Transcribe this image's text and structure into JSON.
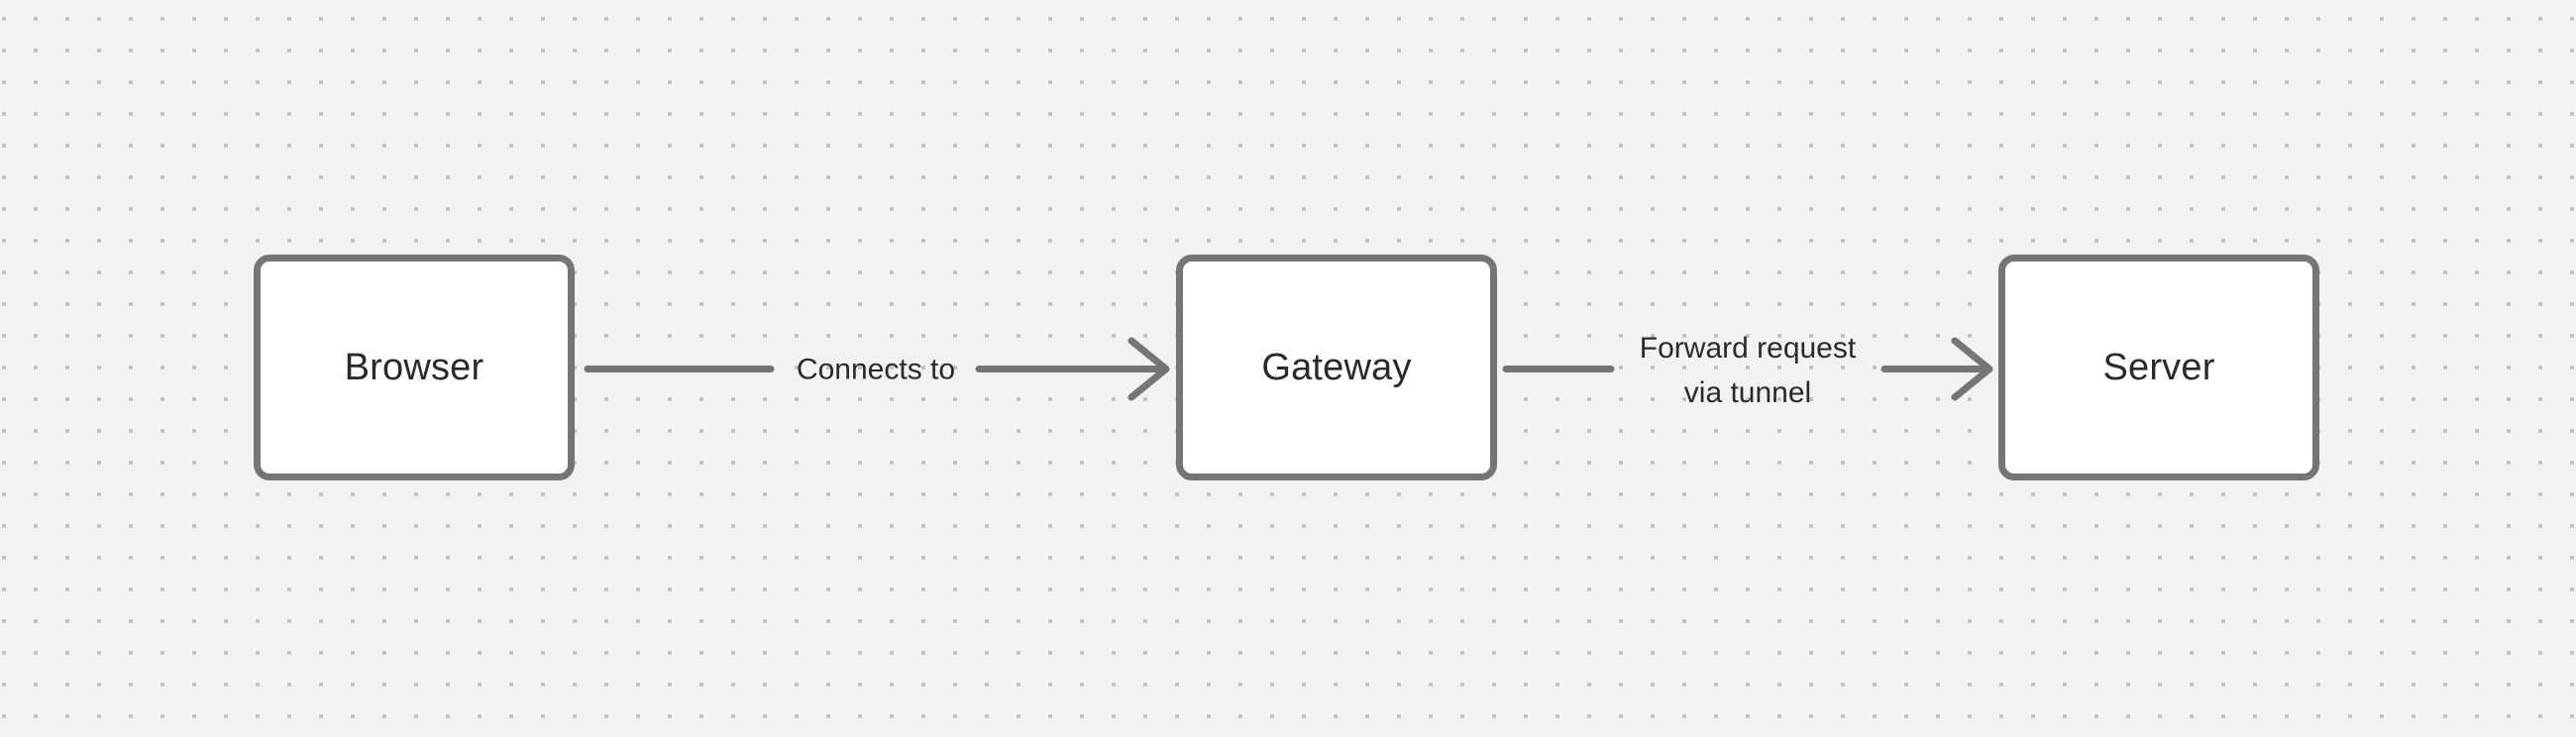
{
  "canvas": {
    "colors": {
      "background": "#f2f2f2",
      "dot": "#c2c2c2",
      "stroke": "#757575",
      "text": "#2a2a2a",
      "node-fill": "#ffffff"
    }
  },
  "nodes": [
    {
      "id": "browser",
      "label": "Browser"
    },
    {
      "id": "gateway",
      "label": "Gateway"
    },
    {
      "id": "server",
      "label": "Server"
    }
  ],
  "edges": [
    {
      "id": "browser-to-gateway",
      "from": "Browser",
      "to": "Gateway",
      "label": "Connects to"
    },
    {
      "id": "gateway-to-server",
      "from": "Gateway",
      "to": "Server",
      "label": "Forward request via tunnel",
      "lines": [
        "Forward request",
        "via tunnel"
      ]
    }
  ]
}
